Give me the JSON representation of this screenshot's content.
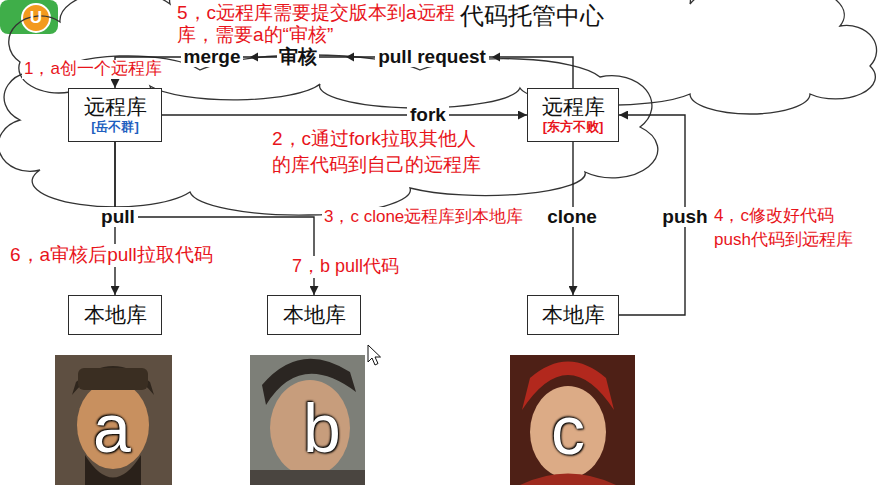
{
  "diagram": {
    "nodes": [
      {
        "text": [
          "远程库",
          "[岳不群]"
        ]
      },
      {
        "text": [
          "远程库",
          "[东方不败]"
        ]
      },
      {
        "text": [
          "本地库"
        ]
      },
      {
        "text": [
          "本地库"
        ]
      },
      {
        "text": [
          "本地库"
        ]
      }
    ],
    "edges": [
      {
        "from": 0,
        "to": 1,
        "label": "fork",
        "arrow": "to"
      },
      {
        "from": 1,
        "to": 0,
        "label": "pull request",
        "arrow": "to"
      },
      {
        "from": 0,
        "to": 2,
        "label": "pull",
        "arrow": "to"
      },
      {
        "from": 0,
        "to": 3,
        "arrow": "to"
      },
      {
        "from": 1,
        "to": 4,
        "label": "clone",
        "arrow": "to"
      },
      {
        "from": 4,
        "to": 1,
        "label": "push",
        "arrow": "to"
      }
    ],
    "labels": [
      "U",
      "5，c远程库需要提交版本到a远程 库，需要a的“审核”",
      "代码托管中心",
      "merge",
      "审核",
      "1，a创一个远程库",
      "2，c通过fork拉取其他人 的库代码到自己的远程库",
      "3，c clone远程库到本地库",
      "4，c修改好代码 push代码到远程库",
      "6，a审核后pull拉取代码",
      "7，b pull代码",
      "a",
      "b",
      "c"
    ]
  }
}
